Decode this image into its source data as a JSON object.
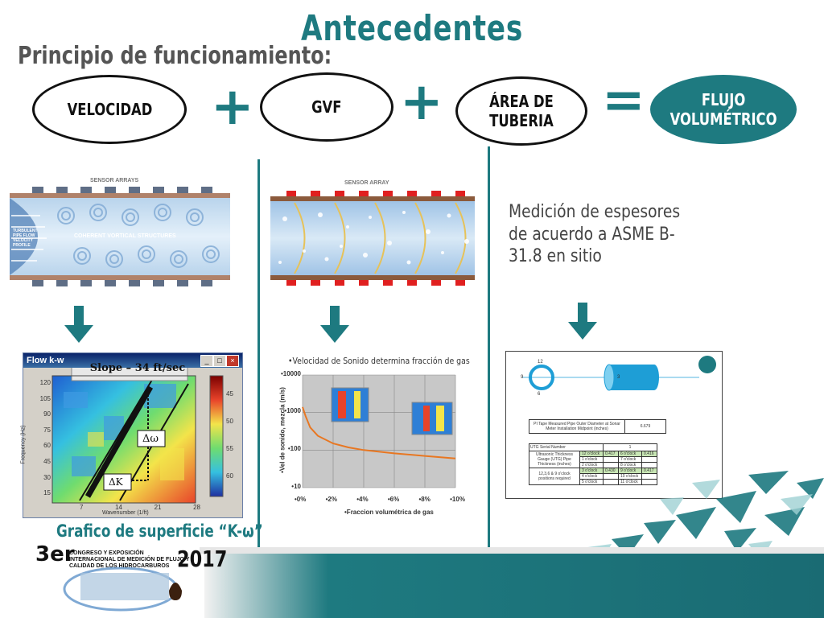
{
  "header": {
    "title": "Antecedentes",
    "subtitle": "Principio de funcionamiento:"
  },
  "equation": {
    "term1": "VELOCIDAD",
    "op1": "+",
    "term2": "GVF",
    "op2": "+",
    "term3": "ÁREA DE TUBERIA",
    "equals": "=",
    "result": "FLUJO VOLUMÉTRICO"
  },
  "velocity_panel": {
    "sensor_label": "SENSOR ARRAYS",
    "structures_label": "COHERENT VORTICAL STRUCTURES",
    "profile_label": "TURBULENT PIPE FLOW VELOCITY PROFILE",
    "window_title": "Flow k-w",
    "slope_label": "Slope – 34 ft/sec",
    "delta_omega": "Δω",
    "delta_k": "ΔK",
    "y_axis_label": "Frequency (Hz)",
    "x_axis_label": "Wavenumber (1/ft)",
    "y_ticks": [
      "120",
      "105",
      "90",
      "75",
      "60",
      "45",
      "30",
      "15"
    ],
    "x_ticks": [
      "7",
      "14",
      "21",
      "28"
    ],
    "colorbar_ticks": [
      "45",
      "50",
      "55",
      "60"
    ],
    "caption": "Grafico de superficie “K-ω”"
  },
  "gvf_panel": {
    "sensor_label": "SENSOR ARRAY",
    "chart_title": "•Velocidad de Sonido determina fracción de gas",
    "y_axis_label": "•Vel de sonido, mezcla (m/s)",
    "x_axis_label": "•Fraccion volumétrica de gas",
    "y_ticks": [
      "•10000",
      "•1000",
      "•100",
      "•10"
    ],
    "x_ticks": [
      "•0%",
      "•2%",
      "•4%",
      "•6%",
      "•8%",
      "•10%"
    ]
  },
  "area_panel": {
    "measurement_text": "Medición de espesores de acuerdo a ASME B-31.8 en sitio",
    "clock_labels": [
      "12",
      "3",
      "6",
      "9"
    ],
    "od_label": "PI Tape Measured Pipe Outer Diameter at Sonar Meter Installation Midpoint (inches)",
    "od_value": "6.679",
    "serial_label": "UTG Serial Number",
    "serial_value": "1",
    "utg_label": "Ultrasonic Thickness Gauge (UTG) Pipe Thickness (inches)",
    "positions_label": "12,3,6 & 9 o'clock positions required",
    "rows": [
      {
        "a": "12 o'clock",
        "av": "0.417",
        "b": "6 o'clock",
        "bv": "0.416"
      },
      {
        "a": "1 o'clock",
        "av": "",
        "b": "7 o'clock",
        "bv": ""
      },
      {
        "a": "2 o'clock",
        "av": "",
        "b": "8 o'clock",
        "bv": ""
      },
      {
        "a": "3 o'clock",
        "av": "0.430",
        "b": "9 o'clock",
        "bv": "0.417"
      },
      {
        "a": "4 o'clock",
        "av": "",
        "b": "10 o'clock",
        "bv": ""
      },
      {
        "a": "5 o'clock",
        "av": "",
        "b": "11 o'clock",
        "bv": ""
      }
    ]
  },
  "footer": {
    "event_number": "3er",
    "event_name": "CONGRESO Y EXPOSICIÓN INTERNACIONAL DE MEDICIÓN DE FLUJO Y CALIDAD DE LOS HIDROCARBUROS",
    "year": "2017"
  },
  "chart_data": {
    "type": "line",
    "title": "•Velocidad de Sonido determina fracción de gas",
    "xlabel": "•Fraccion volumétrica de gas",
    "ylabel": "•Vel de sonido, mezcla (m/s)",
    "y_scale": "log",
    "xlim": [
      0,
      10
    ],
    "ylim": [
      10,
      10000
    ],
    "grid": true,
    "series": [
      {
        "color": "#e87722",
        "x": [
          0,
          0.2,
          0.5,
          1,
          2,
          3,
          4,
          6,
          8,
          10
        ],
        "y": [
          1400,
          800,
          400,
          240,
          150,
          118,
          100,
          82,
          70,
          60
        ]
      }
    ]
  },
  "colors": {
    "accent": "#1e7a80",
    "line": "#e87722"
  }
}
